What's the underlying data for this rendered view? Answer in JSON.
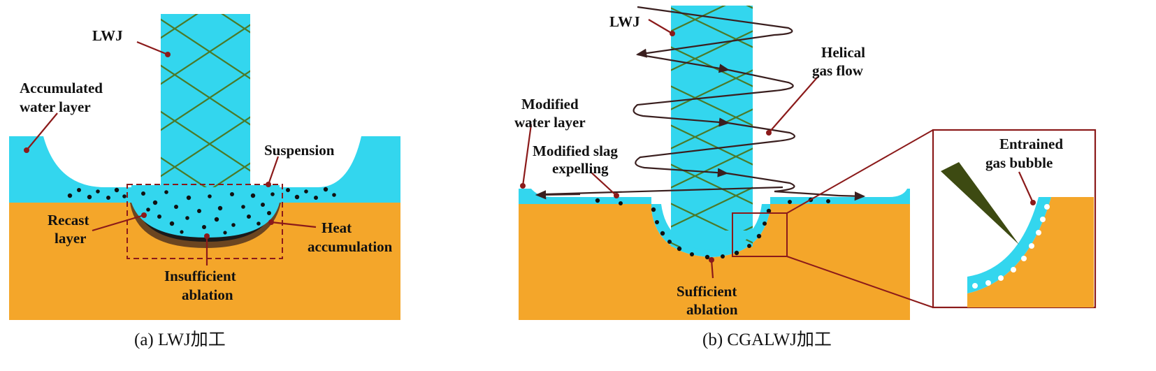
{
  "panel_a": {
    "caption": "(a)  LWJ加工",
    "labels": {
      "lwj": "LWJ",
      "accumulated_water_layer": [
        "Accumulated",
        "water layer"
      ],
      "suspension": "Suspension",
      "recast_layer": [
        "Recast",
        "layer"
      ],
      "heat_accumulation": [
        "Heat",
        "accumulation"
      ],
      "insufficient_ablation": [
        "Insufficient",
        "ablation"
      ]
    }
  },
  "panel_b": {
    "caption": "(b)  CGALWJ加工",
    "labels": {
      "lwj": "LWJ",
      "helical_gas_flow": [
        "Helical",
        "gas flow"
      ],
      "modified_water_layer": [
        "Modified",
        "water layer"
      ],
      "modified_slag_expelling": [
        "Modified slag",
        "expelling"
      ],
      "sufficient_ablation": [
        "Sufficient",
        "ablation"
      ],
      "entrained_gas_bubble": [
        "Entrained",
        "gas bubble"
      ]
    }
  },
  "colors": {
    "water": "#33d6ee",
    "substrate": "#f4a62a",
    "jet_lattice": "#4a7a2a",
    "leader": "#8b1a1a",
    "recast": "#6b4520",
    "gas_flow": "#3a1f1f",
    "laser_cone": "#3d4a12"
  }
}
